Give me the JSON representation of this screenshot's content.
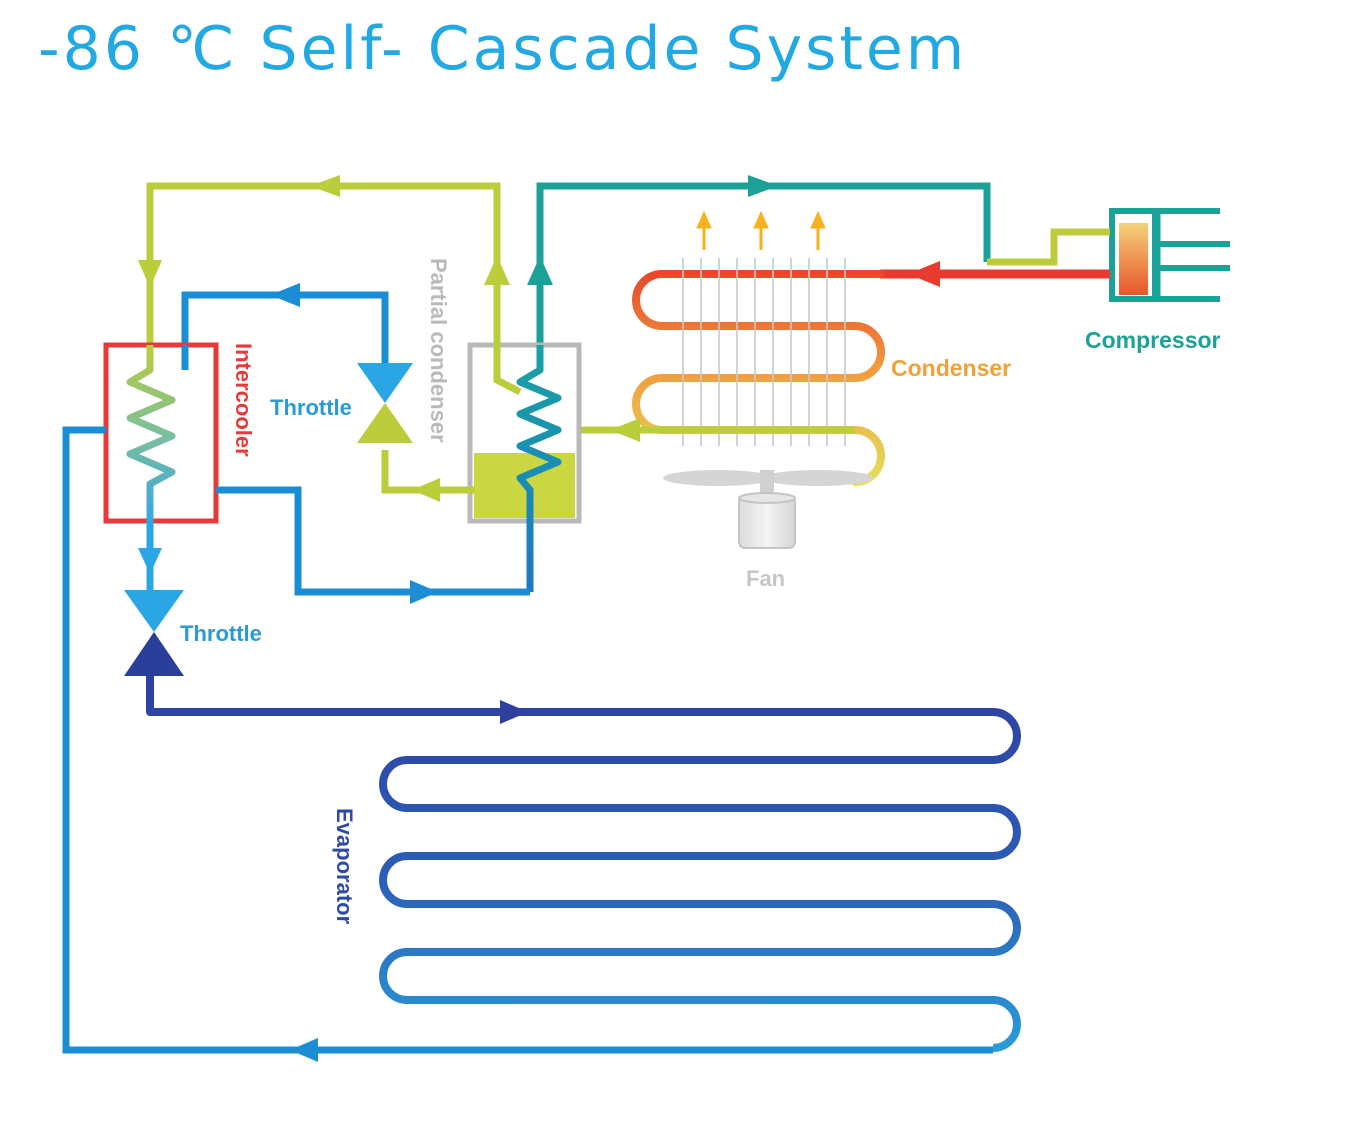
{
  "title": "-86 ℃  Self- Cascade System",
  "labels": {
    "compressor": "Compressor",
    "condenser": "Condenser",
    "fan": "Fan",
    "partial_condenser": "Partial condenser",
    "intercooler": "Intercooler",
    "throttle_upper": "Throttle",
    "throttle_lower": "Throttle",
    "evaporator": "Evaporator"
  },
  "colors": {
    "title": "#22a9e1",
    "discharge_line": "#1ba195",
    "liquid_line": "#bfcf37",
    "hot_gas": "#e83a2f",
    "low_temp_line": "#1b8dd4",
    "evaporator": "#2e4aa6",
    "intercooler": "#e8393a",
    "partial_condenser": "#b9b9b9",
    "condenser_label": "#f0a23a",
    "compressor_label": "#1ba195",
    "throttle_label": "#2a9bd7",
    "fan_label": "#c6c6c6"
  }
}
